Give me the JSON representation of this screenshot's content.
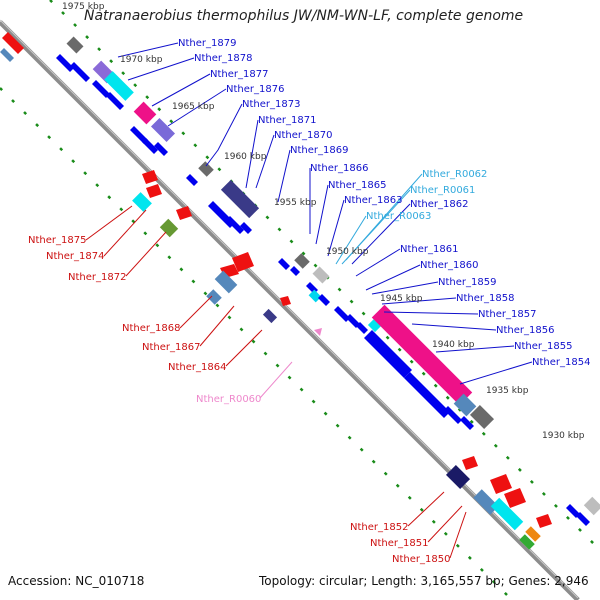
{
  "title": "Natranaerobius thermophilus JW/NM-WN-LF, complete genome",
  "footer": {
    "accession": "Accession: NC_010718",
    "topology": "Topology: circular; Length: 3,165,557 bp; Genes: 2,946"
  },
  "colors": {
    "backbone": "#8c8c8c",
    "tick": "#1a8c1a",
    "forward_label": "#1111cc",
    "reverse_label": "#cc1111",
    "rna_label": "#33aadd",
    "pseudo_label": "#ee88cc",
    "kbp_label": "#333333"
  },
  "kbp_labels": [
    "1975 kbp",
    "1970 kbp",
    "1965 kbp",
    "1960 kbp",
    "1955 kbp",
    "1950 kbp",
    "1945 kbp",
    "1940 kbp",
    "1935 kbp",
    "1930 kbp"
  ],
  "forward_labels": [
    "Nther_1879",
    "Nther_1878",
    "Nther_1877",
    "Nther_1876",
    "Nther_1873",
    "Nther_1871",
    "Nther_1870",
    "Nther_1869",
    "Nther_1866",
    "Nther_1865",
    "Nther_1863",
    "Nther_1862",
    "Nther_1861",
    "Nther_1860",
    "Nther_1859",
    "Nther_1858",
    "Nther_1857",
    "Nther_1856",
    "Nther_1855",
    "Nther_1854"
  ],
  "rna_labels": [
    "Nther_R0062",
    "Nther_R0061",
    "Nther_R0063"
  ],
  "reverse_labels": [
    "Nther_1875",
    "Nther_1874",
    "Nther_1872",
    "Nther_1868",
    "Nther_1867",
    "Nther_1864",
    "Nther_1852",
    "Nther_1851",
    "Nther_1850"
  ],
  "pseudo_labels": [
    "Nther_R0060"
  ]
}
